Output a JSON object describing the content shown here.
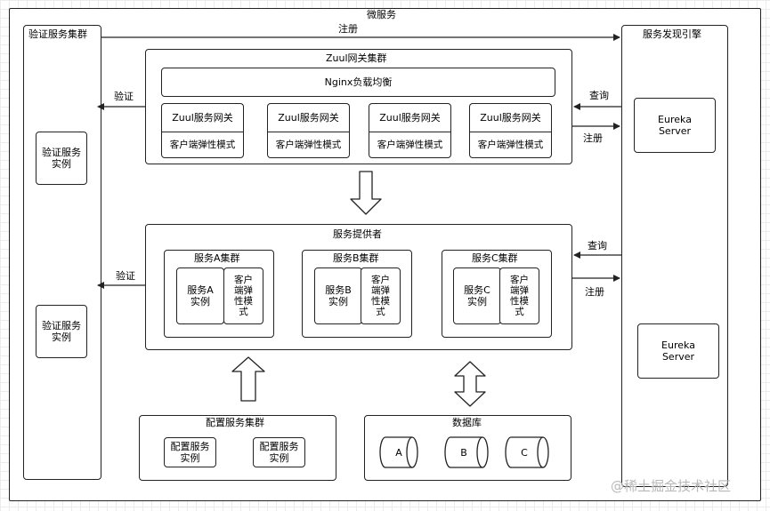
{
  "outer_title": "微服务",
  "auth_cluster": {
    "title": "验证服务集群",
    "instance1": "验证服务实例",
    "instance2": "验证服务实例"
  },
  "register_top": "注册",
  "discovery": {
    "title": "服务发现引擎",
    "eureka1": "Eureka Server",
    "eureka2": "Eureka Server"
  },
  "zuul": {
    "title": "Zuul网关集群",
    "nginx": "Nginx负载均衡",
    "gateways": [
      {
        "name": "Zuul服务网关",
        "mode": "客户端弹性模式"
      },
      {
        "name": "Zuul服务网关",
        "mode": "客户端弹性模式"
      },
      {
        "name": "Zuul服务网关",
        "mode": "客户端弹性模式"
      },
      {
        "name": "Zuul服务网关",
        "mode": "客户端弹性模式"
      }
    ],
    "verify": "验证",
    "query": "查询",
    "register": "注册"
  },
  "provider": {
    "title": "服务提供者",
    "clusters": [
      {
        "title": "服务A集群",
        "instance": "服务A实例",
        "mode": "客户端弹性模式"
      },
      {
        "title": "服务B集群",
        "instance": "服务B实例",
        "mode": "客户端弹性模式"
      },
      {
        "title": "服务C集群",
        "instance": "服务C实例",
        "mode": "客户端弹性模式"
      }
    ],
    "verify": "验证",
    "query": "查询",
    "register": "注册"
  },
  "config": {
    "title": "配置服务集群",
    "instance1": "配置服务实例",
    "instance2": "配置服务实例"
  },
  "database": {
    "title": "数据库",
    "items": [
      "A",
      "B",
      "C"
    ]
  },
  "watermark": "@稀土掘金技术社区"
}
